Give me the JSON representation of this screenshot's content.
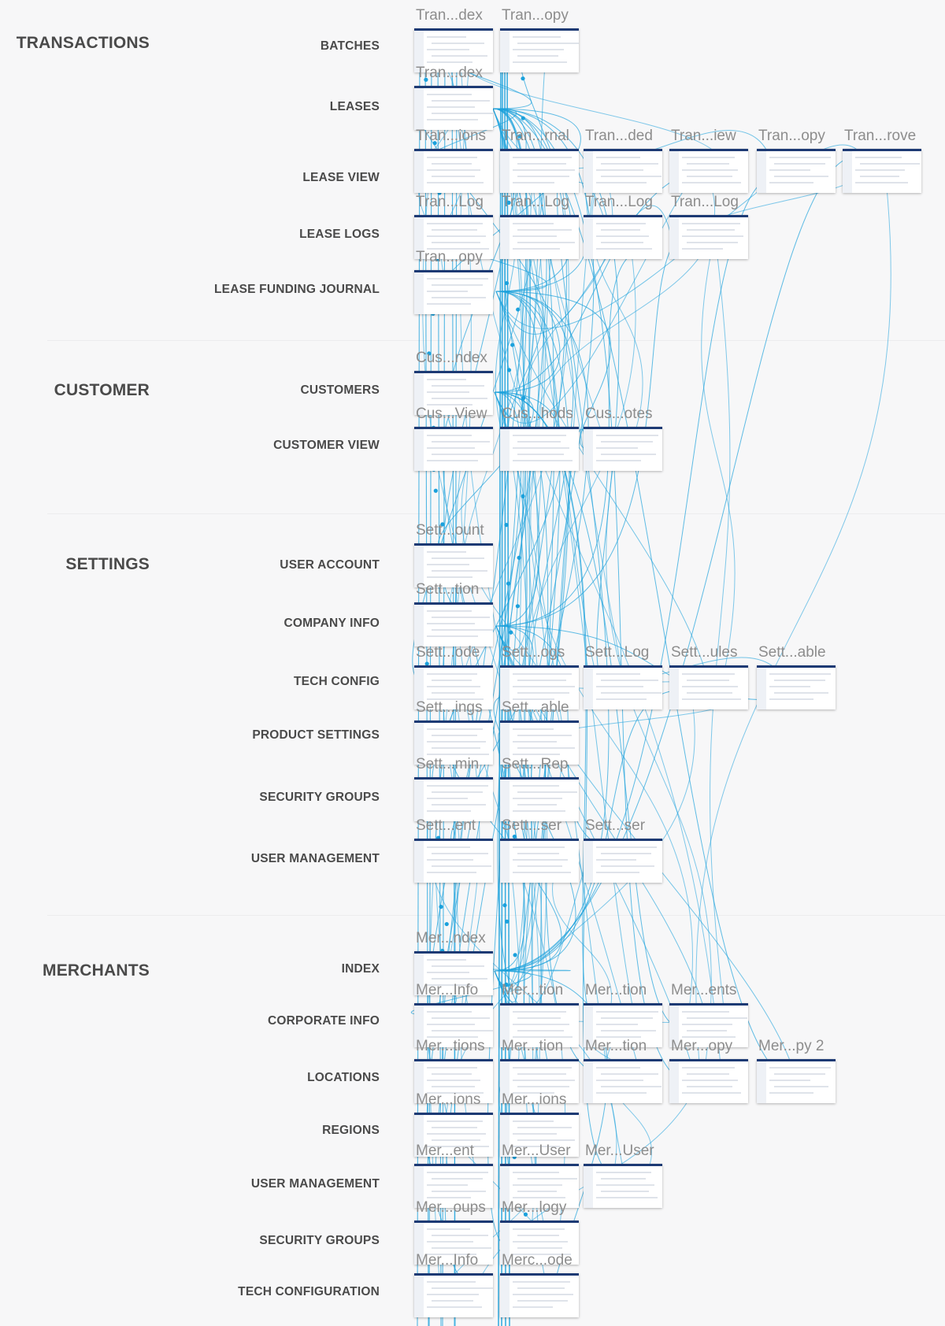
{
  "sections": [
    {
      "title": "TRANSACTIONS",
      "rows": [
        {
          "label": "BATCHES",
          "screens": [
            "Tran...dex",
            "Tran...opy"
          ]
        },
        {
          "label": "LEASES",
          "screens": [
            "Tran...dex"
          ]
        },
        {
          "label": "LEASE VIEW",
          "screens": [
            "Tran...ions",
            "Tran...rnal",
            "Tran...ded",
            "Tran...iew",
            "Tran...opy",
            "Tran...rove"
          ]
        },
        {
          "label": "LEASE LOGS",
          "screens": [
            "Tran...Log",
            "Tran...Log",
            "Tran...Log",
            "Tran...Log"
          ]
        },
        {
          "label": "LEASE FUNDING JOURNAL",
          "screens": [
            "Tran...opy"
          ]
        }
      ]
    },
    {
      "title": "CUSTOMER",
      "rows": [
        {
          "label": "CUSTOMERS",
          "screens": [
            "Cus...ndex"
          ]
        },
        {
          "label": "CUSTOMER VIEW",
          "screens": [
            "Cus...View",
            "Cus...hods",
            "Cus...otes"
          ]
        }
      ]
    },
    {
      "title": "SETTINGS",
      "rows": [
        {
          "label": "USER ACCOUNT",
          "screens": [
            "Sett...ount"
          ]
        },
        {
          "label": "COMPANY INFO",
          "screens": [
            "Sett...tion"
          ]
        },
        {
          "label": "TECH CONFIG",
          "screens": [
            "Sett...ode",
            "Sett...ogs",
            "Sett...Log",
            "Sett...ules",
            "Sett...able"
          ]
        },
        {
          "label": "PRODUCT SETTINGS",
          "screens": [
            "Sett...ings",
            "Sett...able"
          ]
        },
        {
          "label": "SECURITY GROUPS",
          "screens": [
            "Sett...min",
            "Sett...Rep"
          ]
        },
        {
          "label": "USER MANAGEMENT",
          "screens": [
            "Sett...ent",
            "Sett...ser",
            "Sett...ser"
          ]
        }
      ]
    },
    {
      "title": "MERCHANTS",
      "rows": [
        {
          "label": "INDEX",
          "screens": [
            "Mer...ndex"
          ]
        },
        {
          "label": "CORPORATE INFO",
          "screens": [
            "Mer...Info",
            "Mer...tion",
            "Mer...tion",
            "Mer...ents"
          ]
        },
        {
          "label": "LOCATIONS",
          "screens": [
            "Mer...tions",
            "Mer...tion",
            "Mer...tion",
            "Mer...opy",
            "Mer...py 2"
          ]
        },
        {
          "label": "REGIONS",
          "screens": [
            "Mer...ions",
            "Mer...ions"
          ]
        },
        {
          "label": "USER MANAGEMENT",
          "screens": [
            "Mer...ent",
            "Mer...User",
            "Mer...User"
          ]
        },
        {
          "label": "SECURITY GROUPS",
          "screens": [
            "Mer...oups",
            "Mer...logy"
          ]
        },
        {
          "label": "TECH CONFIGURATION",
          "screens": [
            "Mer...Info",
            "Merc...ode"
          ]
        }
      ]
    }
  ],
  "colors": {
    "background": "#f7f7f8",
    "connector": "#1ba1dc",
    "label": "#4a4a4a",
    "frame_title": "#8d8d8d",
    "frame_header": "#1d3a74"
  }
}
